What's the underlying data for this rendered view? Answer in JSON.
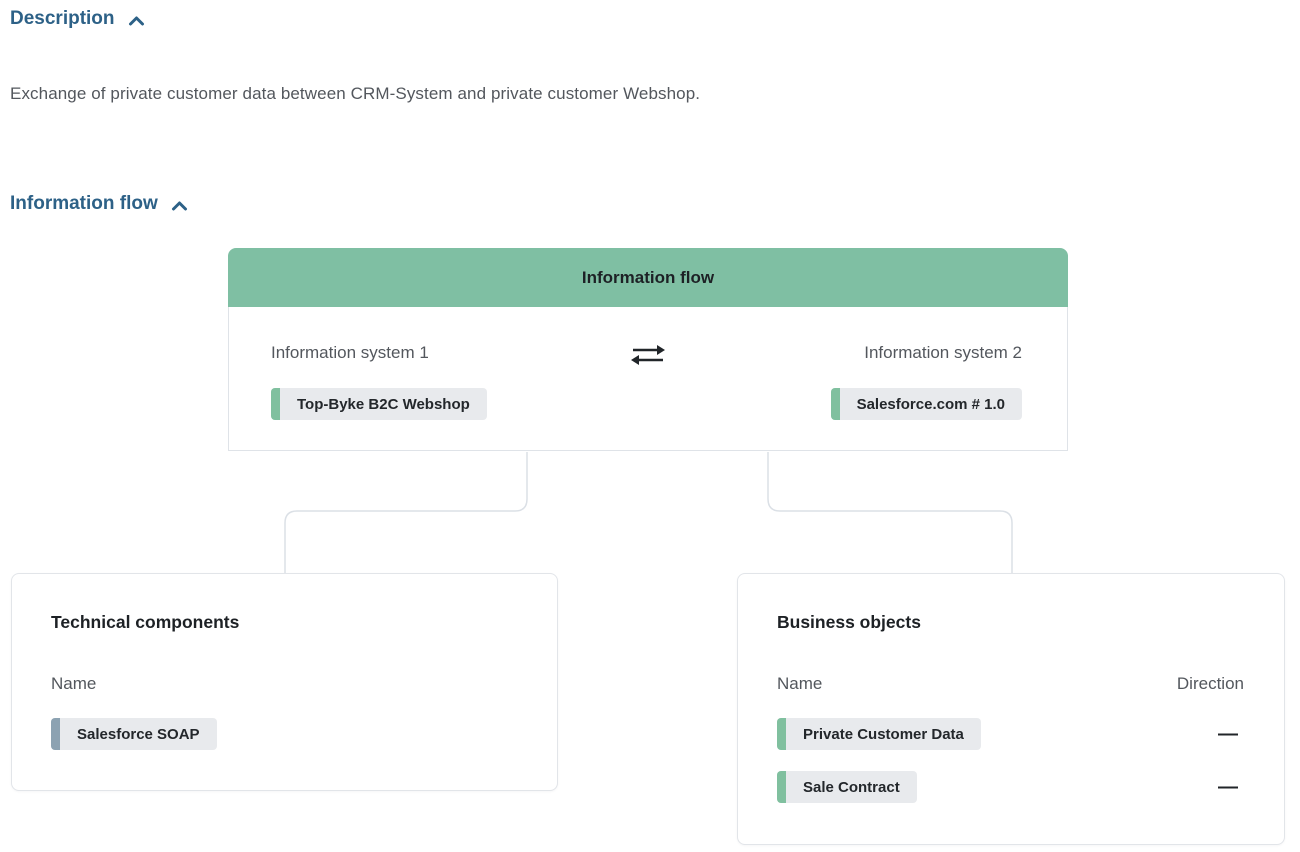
{
  "description_section": {
    "title": "Description",
    "body": "Exchange of private customer data between CRM-System and private customer Webshop."
  },
  "flow_section": {
    "title": "Information flow",
    "diagram": {
      "header": "Information flow",
      "system1_label": "Information system 1",
      "system1_badge": "Top-Byke B2C Webshop",
      "system2_label": "Information system 2",
      "system2_badge": "Salesforce.com # 1.0"
    },
    "technical_components": {
      "title": "Technical components",
      "name_header": "Name",
      "items": [
        {
          "name": "Salesforce SOAP"
        }
      ]
    },
    "business_objects": {
      "title": "Business objects",
      "name_header": "Name",
      "direction_header": "Direction",
      "items": [
        {
          "name": "Private Customer Data",
          "direction": "—"
        },
        {
          "name": "Sale Contract",
          "direction": "—"
        }
      ]
    }
  },
  "icons": {
    "section_collapse": "chevron-up-icon",
    "flow_direction": "bidirectional-arrows-icon"
  },
  "colors": {
    "section_title_blue": "#2d6187",
    "diagram_header_green": "#7fbfa3",
    "badge_background": "#e8eaed",
    "badge_accent_green": "#80c09f",
    "badge_accent_steel_blue": "#8ca2b2",
    "connector_line": "#dbe0e6",
    "text_dark": "#1d2125",
    "text_gray": "#53575d"
  }
}
